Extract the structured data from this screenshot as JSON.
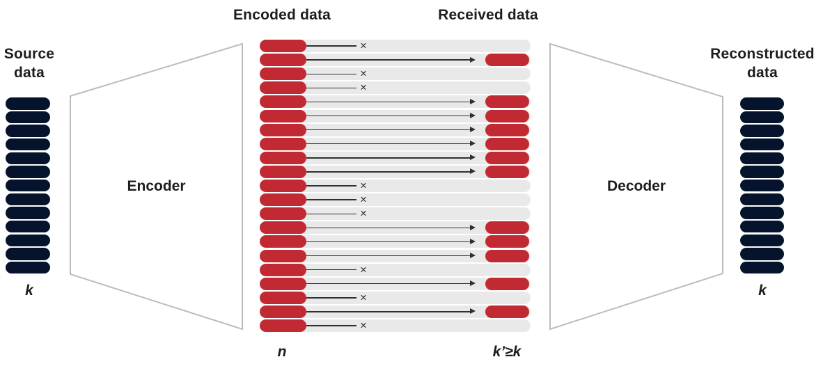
{
  "diagram": {
    "title_labels": {
      "source": "Source data",
      "encoded": "Encoded data",
      "received": "Received data",
      "reconstructed": "Reconstructed data"
    },
    "stage_labels": {
      "encoder": "Encoder",
      "decoder": "Decoder"
    },
    "count_labels": {
      "source": "k",
      "encoded": "n",
      "received": "k’≥k",
      "reconstructed": "k"
    },
    "counts": {
      "source_blocks": 13,
      "encoded_blocks": 21,
      "received_blocks": 12,
      "reconstructed_blocks": 13,
      "erased_blocks": 9
    },
    "transmission_rows": [
      "erased",
      "received",
      "erased",
      "erased",
      "received",
      "received",
      "received",
      "received",
      "received",
      "received",
      "erased",
      "erased",
      "erased",
      "received",
      "received",
      "received",
      "erased",
      "received",
      "erased",
      "received",
      "erased"
    ],
    "erasure_mark": "✕",
    "colors": {
      "data_block": "#05142c",
      "code_block": "#c22a33",
      "track": "#e9e9e9",
      "outline": "#bcbcbc",
      "arrow": "#2f2f2f",
      "text": "#1d1d1d"
    }
  }
}
